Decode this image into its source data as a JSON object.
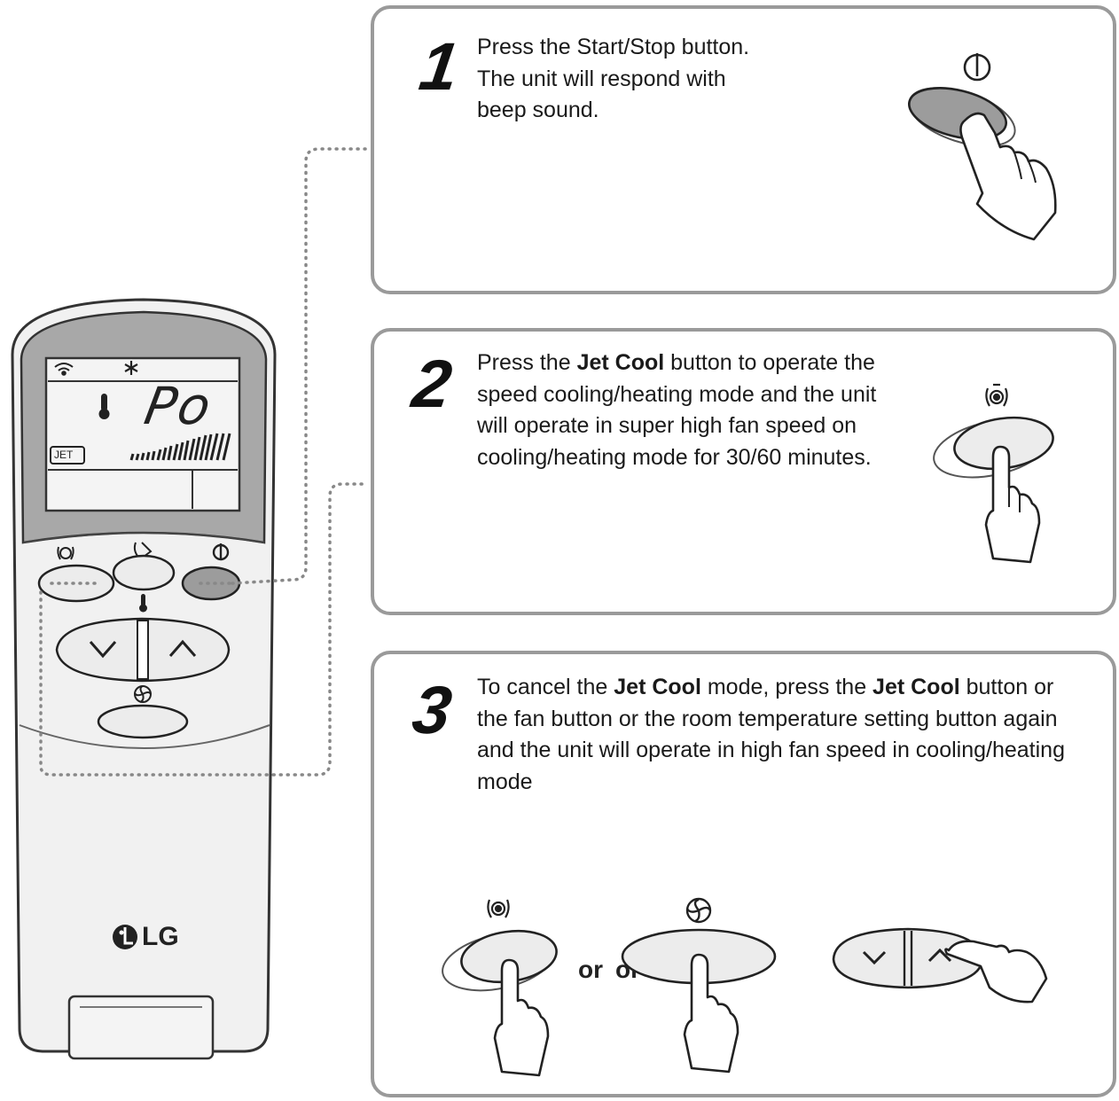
{
  "remote": {
    "display_mode": "Po",
    "jet_label": "JET",
    "brand": "LG"
  },
  "steps": [
    {
      "number": "1",
      "lines": [
        "Press the Start/Stop button.",
        "The unit will respond with",
        "beep sound."
      ]
    },
    {
      "number": "2",
      "line1_pre": "Press the ",
      "line1_bold": "Jet Cool",
      "line1_post": " button to operate the",
      "line2": "speed cooling/heating mode and the unit",
      "line3": "will operate in super high fan speed on",
      "line4": "cooling/heating mode for 30/60 minutes."
    },
    {
      "number": "3",
      "line1_pre": "To cancel the ",
      "line1_bold1": "Jet Cool",
      "line1_mid": " mode, press the ",
      "line1_bold2": "Jet Cool",
      "line1_post": " button or",
      "line2": "the fan button or the room temperature setting button again",
      "line3": "and the unit will operate in high fan speed in cooling/heating",
      "line4": "mode",
      "or_label_1": "or",
      "or_label_2": "or"
    }
  ],
  "colors": {
    "panel_border": "#9a9a9a",
    "remote_body": "#f1f1f1",
    "remote_top": "#a8a8a8",
    "lcd": "#f4f4f4",
    "button_fill": "#ececec",
    "button_pressed": "#9c9c9c"
  }
}
